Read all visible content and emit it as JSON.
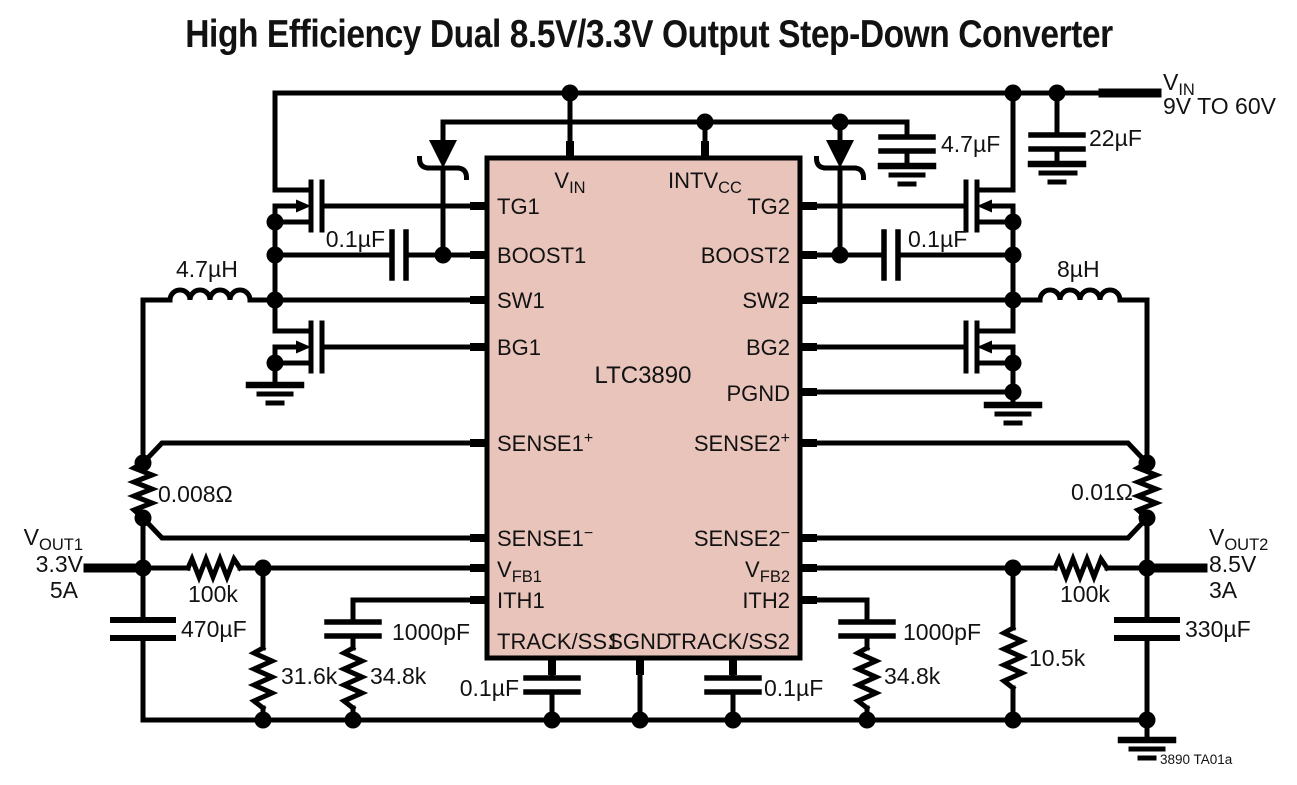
{
  "title": "High Efficiency Dual 8.5V/3.3V Output Step-Down Converter",
  "ic": {
    "name": "LTC3890",
    "pins": {
      "vin_base": "V",
      "vin_sub": "IN",
      "intvcc_base": "INTV",
      "intvcc_sub": "CC",
      "tg1": "TG1",
      "boost1": "BOOST1",
      "sw1": "SW1",
      "bg1": "BG1",
      "sense1p_base": "SENSE1",
      "sense1p_sup": "+",
      "sense1n_base": "SENSE1",
      "sense1n_sup": "−",
      "vfb1_base": "V",
      "vfb1_sub": "FB1",
      "ith1": "ITH1",
      "trackss1": "TRACK/SS1",
      "sgnd": "SGND",
      "trackss2": "TRACK/SS2",
      "ith2": "ITH2",
      "vfb2_base": "V",
      "vfb2_sub": "FB2",
      "sense2n_base": "SENSE2",
      "sense2n_sup": "−",
      "sense2p_base": "SENSE2",
      "sense2p_sup": "+",
      "pgnd": "PGND",
      "bg2": "BG2",
      "sw2": "SW2",
      "boost2": "BOOST2",
      "tg2": "TG2"
    }
  },
  "components": {
    "l1": "4.7µH",
    "l2": "8µH",
    "cboost1": "0.1µF",
    "cboost2": "0.1µF",
    "cintvcc": "4.7µF",
    "cin": "22µF",
    "rsense1": "0.008Ω",
    "rsense2": "0.01Ω",
    "rfb1_top": "100k",
    "rfb1_bot": "31.6k",
    "rfb2_top": "100k",
    "rfb2_bot": "10.5k",
    "cith1": "1000pF",
    "rith1": "34.8k",
    "cith2": "1000pF",
    "rith2": "34.8k",
    "css1": "0.1µF",
    "css2": "0.1µF",
    "cout1": "470µF",
    "cout2": "330µF"
  },
  "io": {
    "vin_base": "V",
    "vin_sub": "IN",
    "vin_range": "9V TO 60V",
    "vout1_base": "V",
    "vout1_sub": "OUT1",
    "vout1_voltage": "3.3V",
    "vout1_current": "5A",
    "vout2_base": "V",
    "vout2_sub": "OUT2",
    "vout2_voltage": "8.5V",
    "vout2_current": "3A"
  },
  "footnote": "3890 TA01a",
  "colors": {
    "ic_fill": "#e9c4bb",
    "line": "#000000"
  }
}
